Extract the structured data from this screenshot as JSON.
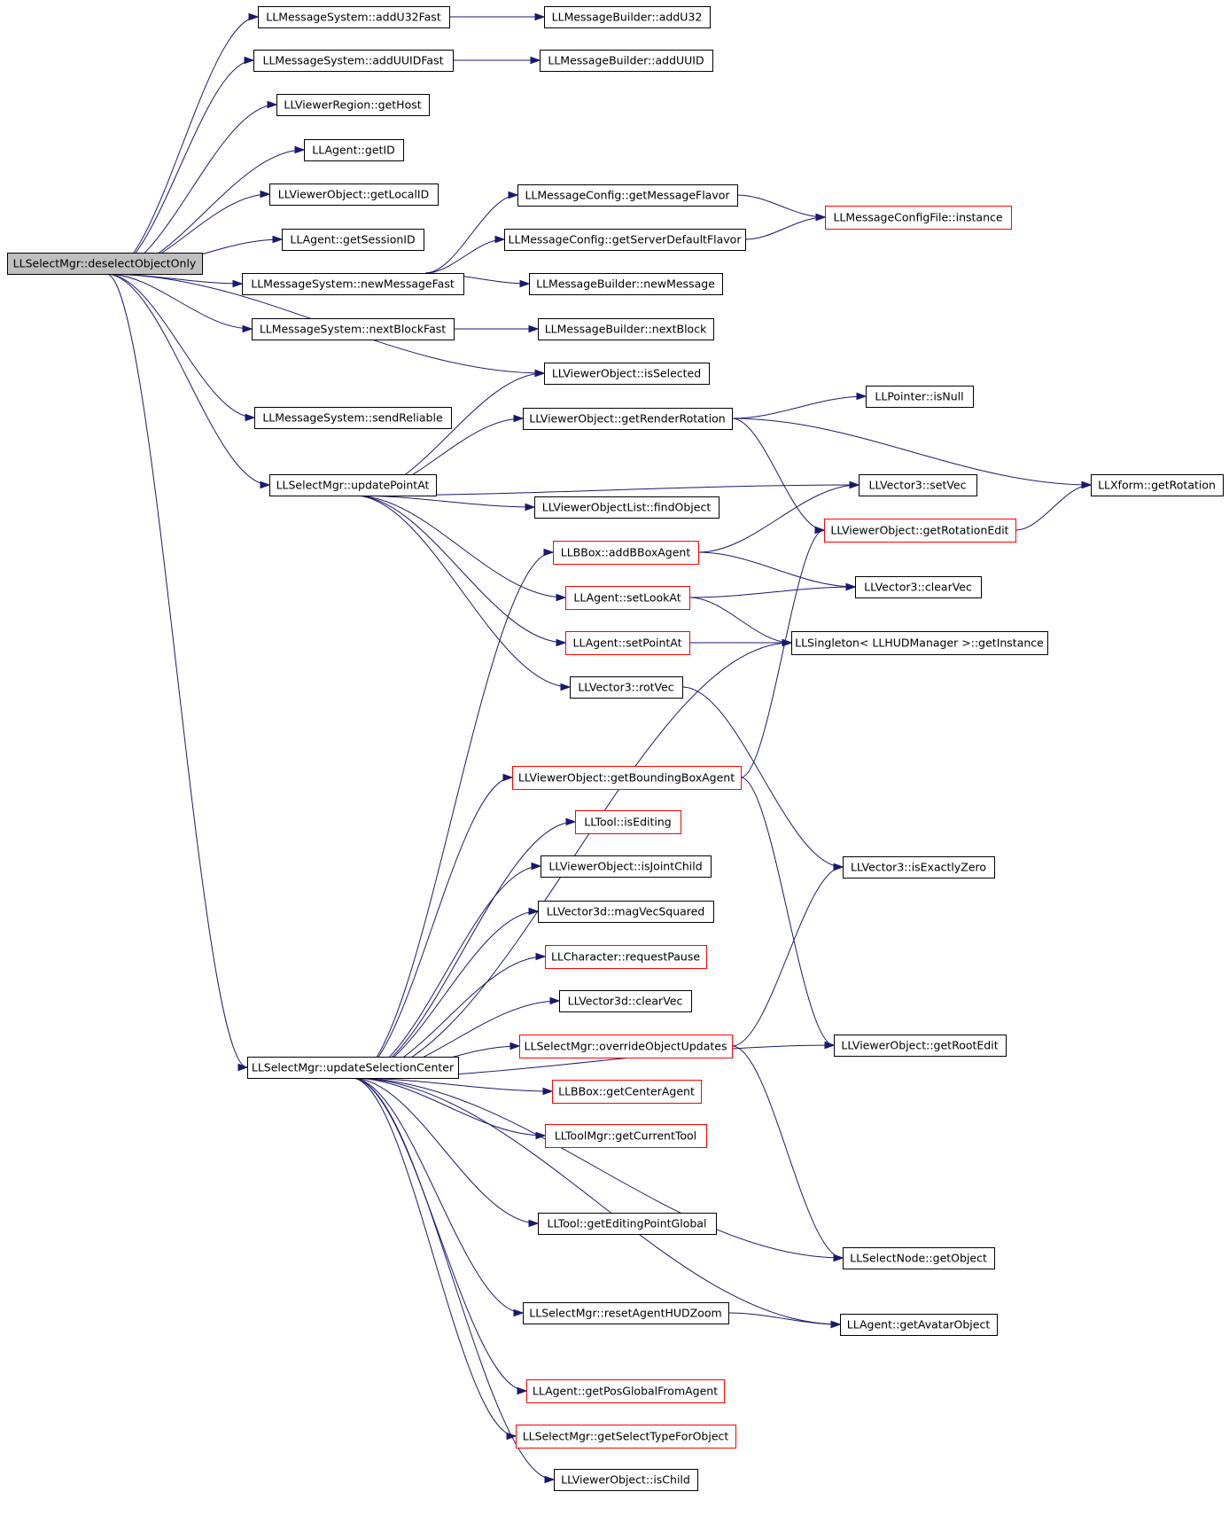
{
  "graph": {
    "type": "call-graph",
    "colors": {
      "edge": "#191970",
      "root_fill": "#bfbfbf",
      "border_normal": "#000000",
      "border_truncated": "#ff0000"
    },
    "nodes": [
      {
        "id": "root",
        "label": "LLSelectMgr::deselectObjectOnly",
        "style": "root"
      },
      {
        "id": "addU32F",
        "label": "LLMessageSystem::addU32Fast",
        "style": "normal"
      },
      {
        "id": "addUUIDF",
        "label": "LLMessageSystem::addUUIDFast",
        "style": "normal"
      },
      {
        "id": "getHost",
        "label": "LLViewerRegion::getHost",
        "style": "normal"
      },
      {
        "id": "getID",
        "label": "LLAgent::getID",
        "style": "normal"
      },
      {
        "id": "getLocalID",
        "label": "LLViewerObject::getLocalID",
        "style": "normal"
      },
      {
        "id": "getSessionID",
        "label": "LLAgent::getSessionID",
        "style": "normal"
      },
      {
        "id": "newMsgF",
        "label": "LLMessageSystem::newMessageFast",
        "style": "normal"
      },
      {
        "id": "nextBlockF",
        "label": "LLMessageSystem::nextBlockFast",
        "style": "normal"
      },
      {
        "id": "sendRel",
        "label": "LLMessageSystem::sendReliable",
        "style": "normal"
      },
      {
        "id": "updPA",
        "label": "LLSelectMgr::updatePointAt",
        "style": "normal"
      },
      {
        "id": "updSC",
        "label": "LLSelectMgr::updateSelectionCenter",
        "style": "normal"
      },
      {
        "id": "mbAddU32",
        "label": "LLMessageBuilder::addU32",
        "style": "normal"
      },
      {
        "id": "mbAddUUID",
        "label": "LLMessageBuilder::addUUID",
        "style": "normal"
      },
      {
        "id": "mcGetFlavor",
        "label": "LLMessageConfig::getMessageFlavor",
        "style": "normal"
      },
      {
        "id": "mcGetSrv",
        "label": "LLMessageConfig::getServerDefaultFlavor",
        "style": "normal"
      },
      {
        "id": "mcfInst",
        "label": "LLMessageConfigFile::instance",
        "style": "truncated"
      },
      {
        "id": "mbNewMsg",
        "label": "LLMessageBuilder::newMessage",
        "style": "normal"
      },
      {
        "id": "mbNextBlock",
        "label": "LLMessageBuilder::nextBlock",
        "style": "normal"
      },
      {
        "id": "voIsSel",
        "label": "LLViewerObject::isSelected",
        "style": "normal"
      },
      {
        "id": "voGetRR",
        "label": "LLViewerObject::getRenderRotation",
        "style": "normal"
      },
      {
        "id": "ptrIsNull",
        "label": "LLPointer::isNull",
        "style": "normal"
      },
      {
        "id": "v3SetVec",
        "label": "LLVector3::setVec",
        "style": "normal"
      },
      {
        "id": "xfGetRot",
        "label": "LLXform::getRotation",
        "style": "normal"
      },
      {
        "id": "volFind",
        "label": "LLViewerObjectList::findObject",
        "style": "normal"
      },
      {
        "id": "voGetRE",
        "label": "LLViewerObject::getRotationEdit",
        "style": "truncated"
      },
      {
        "id": "bbAddBBA",
        "label": "LLBBox::addBBoxAgent",
        "style": "truncated"
      },
      {
        "id": "v3ClearVec",
        "label": "LLVector3::clearVec",
        "style": "normal"
      },
      {
        "id": "agSetLookAt",
        "label": "LLAgent::setLookAt",
        "style": "truncated"
      },
      {
        "id": "agSetPointAt",
        "label": "LLAgent::setPointAt",
        "style": "truncated"
      },
      {
        "id": "hudInst",
        "label": "LLSingleton< LLHUDManager >::getInstance",
        "style": "normal"
      },
      {
        "id": "v3RotVec",
        "label": "LLVector3::rotVec",
        "style": "normal"
      },
      {
        "id": "voGetBBA",
        "label": "LLViewerObject::getBoundingBoxAgent",
        "style": "truncated"
      },
      {
        "id": "toolIsEd",
        "label": "LLTool::isEditing",
        "style": "truncated"
      },
      {
        "id": "voIsJC",
        "label": "LLViewerObject::isJointChild",
        "style": "normal"
      },
      {
        "id": "v3dMag",
        "label": "LLVector3d::magVecSquared",
        "style": "normal"
      },
      {
        "id": "v3Zero",
        "label": "LLVector3::isExactlyZero",
        "style": "normal"
      },
      {
        "id": "chReqPause",
        "label": "LLCharacter::requestPause",
        "style": "truncated"
      },
      {
        "id": "v3dClear",
        "label": "LLVector3d::clearVec",
        "style": "normal"
      },
      {
        "id": "smOverride",
        "label": "LLSelectMgr::overrideObjectUpdates",
        "style": "truncated"
      },
      {
        "id": "voGetRootE",
        "label": "LLViewerObject::getRootEdit",
        "style": "normal"
      },
      {
        "id": "bbCenter",
        "label": "LLBBox::getCenterAgent",
        "style": "truncated"
      },
      {
        "id": "tmCurTool",
        "label": "LLToolMgr::getCurrentTool",
        "style": "truncated"
      },
      {
        "id": "toolEPG",
        "label": "LLTool::getEditingPointGlobal",
        "style": "normal"
      },
      {
        "id": "snGetObj",
        "label": "LLSelectNode::getObject",
        "style": "normal"
      },
      {
        "id": "smResetHUD",
        "label": "LLSelectMgr::resetAgentHUDZoom",
        "style": "normal"
      },
      {
        "id": "agAvatar",
        "label": "LLAgent::getAvatarObject",
        "style": "normal"
      },
      {
        "id": "agPosGlob",
        "label": "LLAgent::getPosGlobalFromAgent",
        "style": "truncated"
      },
      {
        "id": "smSelType",
        "label": "LLSelectMgr::getSelectTypeForObject",
        "style": "truncated"
      },
      {
        "id": "voIsChild",
        "label": "LLViewerObject::isChild",
        "style": "normal"
      }
    ],
    "edges": [
      [
        "root",
        "addU32F"
      ],
      [
        "root",
        "addUUIDF"
      ],
      [
        "root",
        "getHost"
      ],
      [
        "root",
        "getID"
      ],
      [
        "root",
        "getLocalID"
      ],
      [
        "root",
        "getSessionID"
      ],
      [
        "root",
        "newMsgF"
      ],
      [
        "root",
        "nextBlockF"
      ],
      [
        "root",
        "voIsSel"
      ],
      [
        "root",
        "sendRel"
      ],
      [
        "root",
        "updPA"
      ],
      [
        "root",
        "updSC"
      ],
      [
        "addU32F",
        "mbAddU32"
      ],
      [
        "addUUIDF",
        "mbAddUUID"
      ],
      [
        "newMsgF",
        "mcGetFlavor"
      ],
      [
        "newMsgF",
        "mcGetSrv"
      ],
      [
        "newMsgF",
        "mbNewMsg"
      ],
      [
        "mcGetFlavor",
        "mcfInst"
      ],
      [
        "mcGetSrv",
        "mcfInst"
      ],
      [
        "nextBlockF",
        "mbNextBlock"
      ],
      [
        "updPA",
        "voIsSel"
      ],
      [
        "updPA",
        "voGetRR"
      ],
      [
        "updPA",
        "v3SetVec"
      ],
      [
        "updPA",
        "volFind"
      ],
      [
        "updPA",
        "agSetLookAt"
      ],
      [
        "updPA",
        "agSetPointAt"
      ],
      [
        "updPA",
        "v3RotVec"
      ],
      [
        "voGetRR",
        "ptrIsNull"
      ],
      [
        "voGetRR",
        "xfGetRot"
      ],
      [
        "voGetRR",
        "voGetRE"
      ],
      [
        "voGetRE",
        "xfGetRot"
      ],
      [
        "bbAddBBA",
        "v3SetVec"
      ],
      [
        "bbAddBBA",
        "v3ClearVec"
      ],
      [
        "agSetLookAt",
        "v3ClearVec"
      ],
      [
        "agSetLookAt",
        "hudInst"
      ],
      [
        "agSetPointAt",
        "hudInst"
      ],
      [
        "v3RotVec",
        "v3Zero"
      ],
      [
        "voGetBBA",
        "voGetRE"
      ],
      [
        "voGetBBA",
        "voGetRootE"
      ],
      [
        "smOverride",
        "v3Zero"
      ],
      [
        "smOverride",
        "snGetObj"
      ],
      [
        "smResetHUD",
        "agAvatar"
      ],
      [
        "updSC",
        "bbAddBBA"
      ],
      [
        "updSC",
        "hudInst"
      ],
      [
        "updSC",
        "voGetBBA"
      ],
      [
        "updSC",
        "toolIsEd"
      ],
      [
        "updSC",
        "voIsJC"
      ],
      [
        "updSC",
        "v3dMag"
      ],
      [
        "updSC",
        "chReqPause"
      ],
      [
        "updSC",
        "v3dClear"
      ],
      [
        "updSC",
        "smOverride"
      ],
      [
        "updSC",
        "voGetRootE"
      ],
      [
        "updSC",
        "bbCenter"
      ],
      [
        "updSC",
        "tmCurTool"
      ],
      [
        "updSC",
        "toolEPG"
      ],
      [
        "updSC",
        "snGetObj"
      ],
      [
        "updSC",
        "smResetHUD"
      ],
      [
        "updSC",
        "agAvatar"
      ],
      [
        "updSC",
        "agPosGlob"
      ],
      [
        "updSC",
        "smSelType"
      ],
      [
        "updSC",
        "voIsChild"
      ]
    ]
  }
}
